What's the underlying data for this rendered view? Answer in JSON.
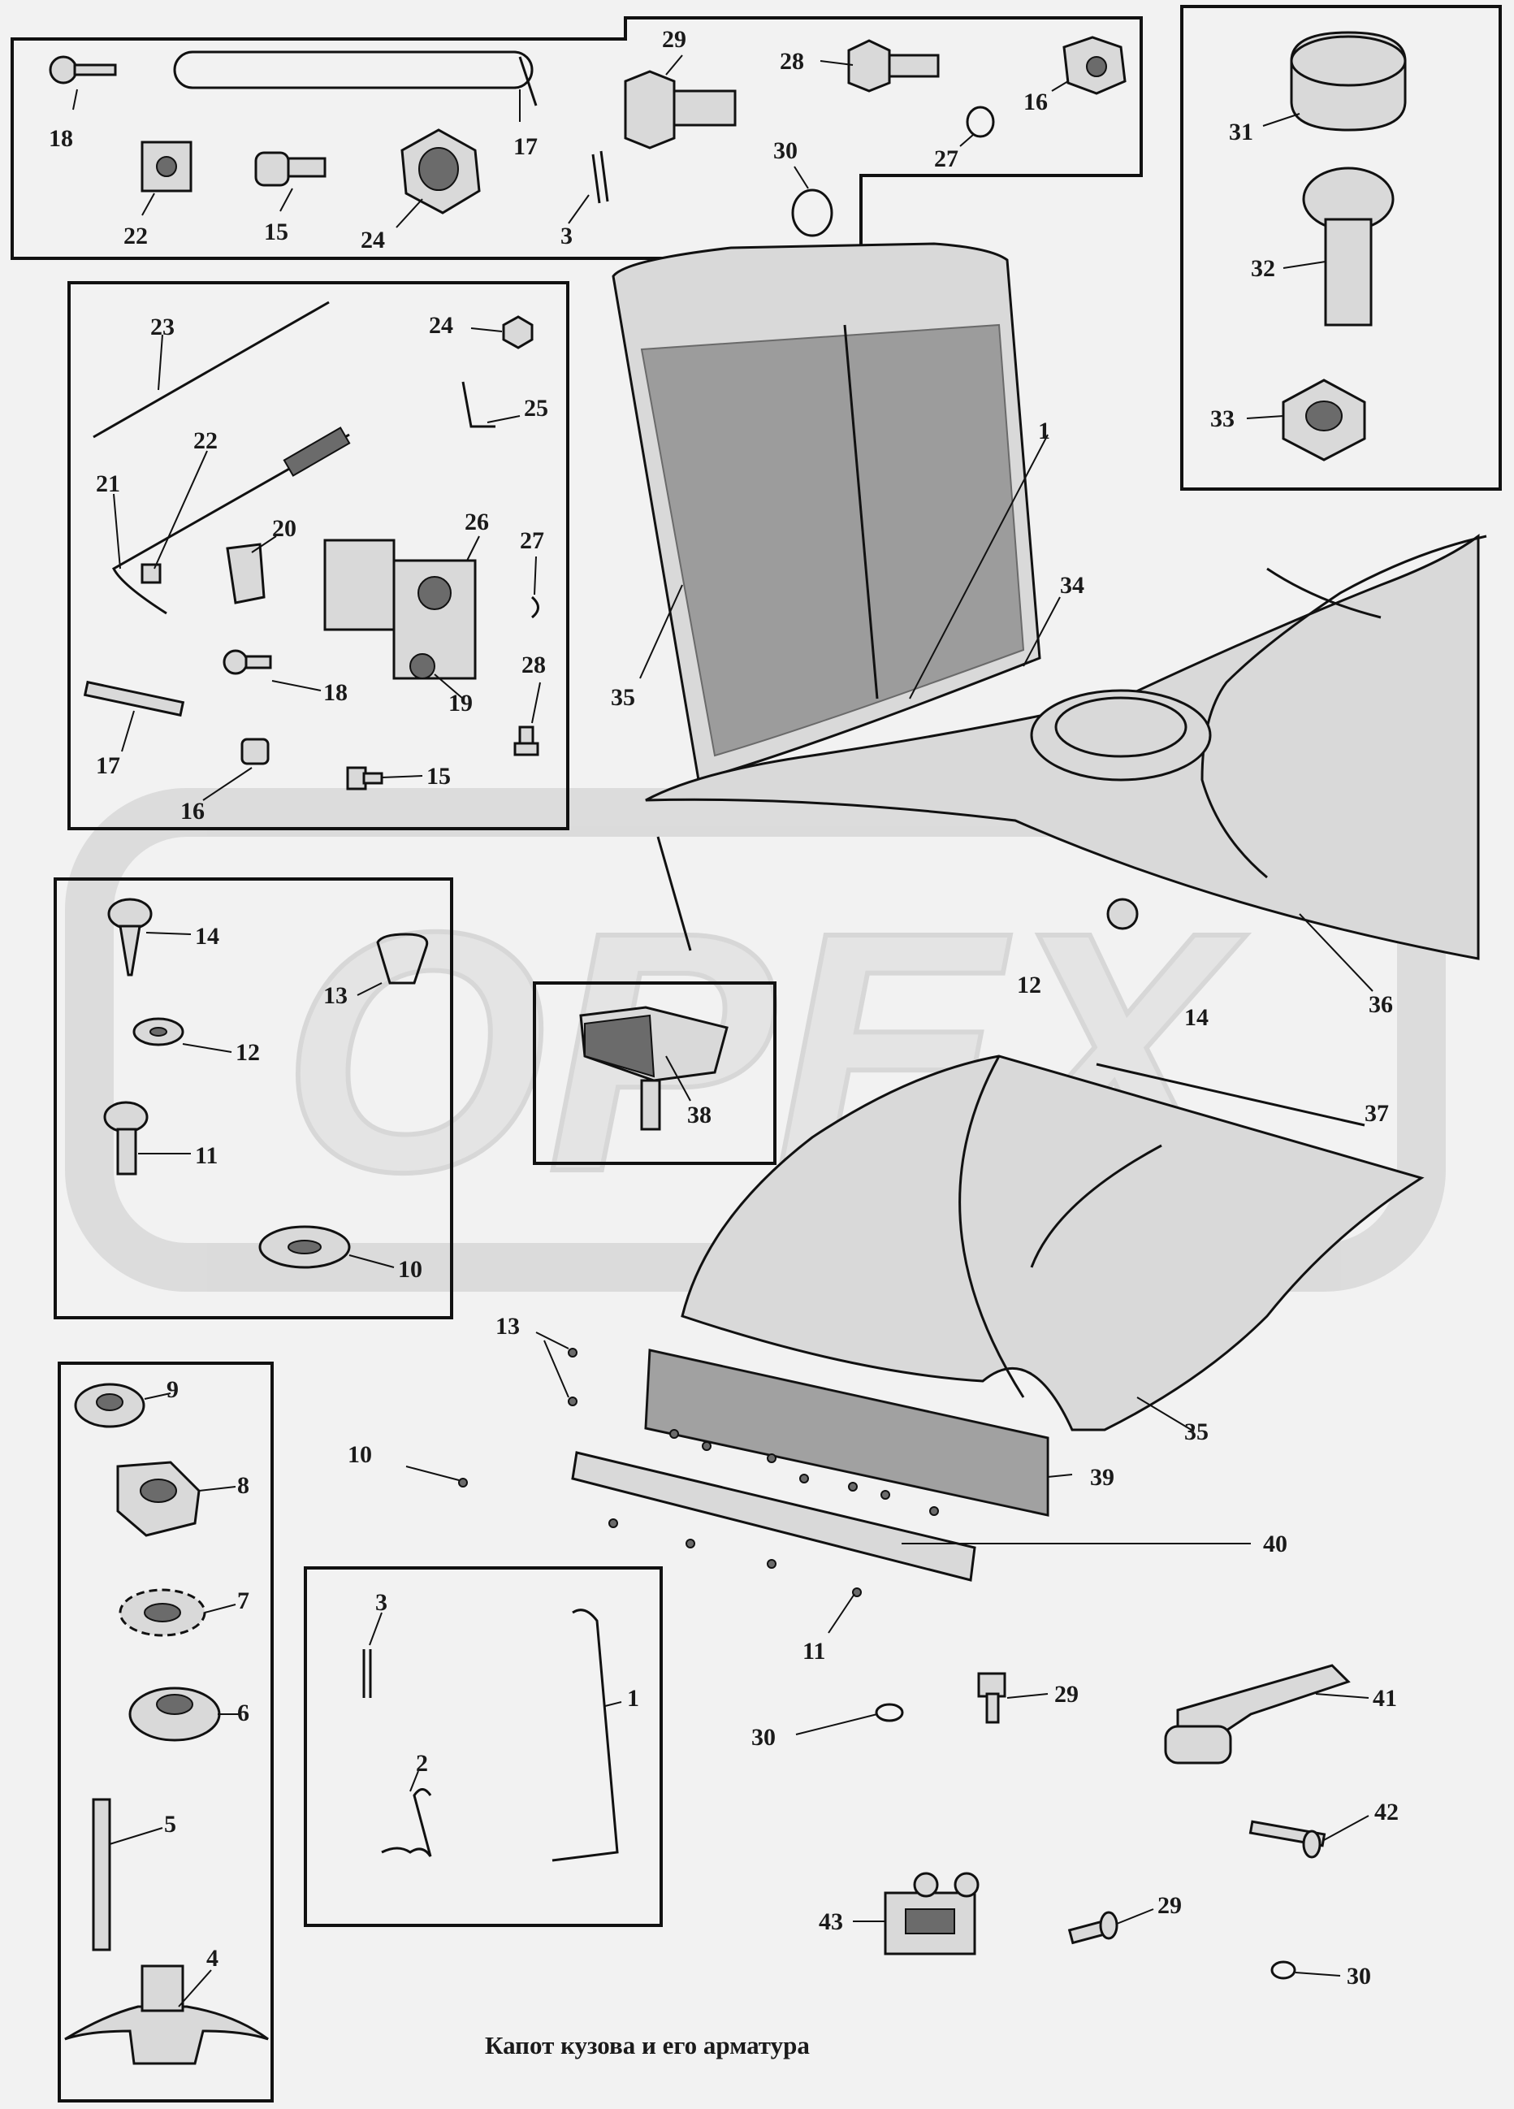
{
  "caption": "Капот кузова и его арматура",
  "watermark": "OPEX",
  "callouts": [
    {
      "text": "18"
    },
    {
      "text": "17"
    },
    {
      "text": "29"
    },
    {
      "text": "28"
    },
    {
      "text": "16"
    },
    {
      "text": "22"
    },
    {
      "text": "15"
    },
    {
      "text": "24"
    },
    {
      "text": "3"
    },
    {
      "text": "30"
    },
    {
      "text": "27"
    },
    {
      "text": "31"
    },
    {
      "text": "32"
    },
    {
      "text": "33"
    },
    {
      "text": "23"
    },
    {
      "text": "24"
    },
    {
      "text": "25"
    },
    {
      "text": "22"
    },
    {
      "text": "21"
    },
    {
      "text": "20"
    },
    {
      "text": "26"
    },
    {
      "text": "27"
    },
    {
      "text": "18"
    },
    {
      "text": "19"
    },
    {
      "text": "28"
    },
    {
      "text": "17"
    },
    {
      "text": "16"
    },
    {
      "text": "15"
    },
    {
      "text": "1"
    },
    {
      "text": "34"
    },
    {
      "text": "35"
    },
    {
      "text": "14"
    },
    {
      "text": "13"
    },
    {
      "text": "12"
    },
    {
      "text": "11"
    },
    {
      "text": "10"
    },
    {
      "text": "38"
    },
    {
      "text": "36"
    },
    {
      "text": "12"
    },
    {
      "text": "14"
    },
    {
      "text": "37"
    },
    {
      "text": "13"
    },
    {
      "text": "35"
    },
    {
      "text": "10"
    },
    {
      "text": "39"
    },
    {
      "text": "40"
    },
    {
      "text": "11"
    },
    {
      "text": "9"
    },
    {
      "text": "8"
    },
    {
      "text": "7"
    },
    {
      "text": "6"
    },
    {
      "text": "5"
    },
    {
      "text": "4"
    },
    {
      "text": "3"
    },
    {
      "text": "2"
    },
    {
      "text": "1"
    },
    {
      "text": "29"
    },
    {
      "text": "30"
    },
    {
      "text": "41"
    },
    {
      "text": "42"
    },
    {
      "text": "43"
    },
    {
      "text": "29"
    },
    {
      "text": "30"
    }
  ]
}
